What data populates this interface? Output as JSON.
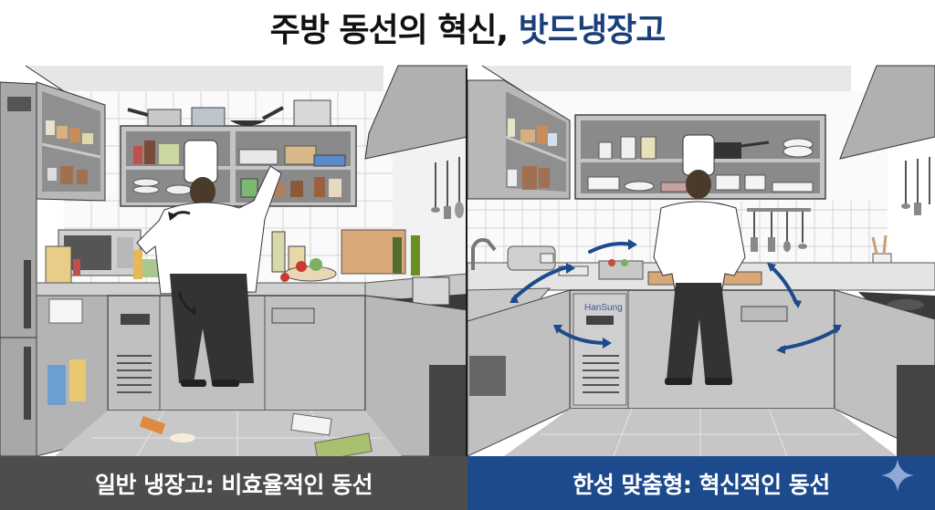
{
  "header": {
    "title_main": "주방 동선의 혁신, ",
    "title_accent": "밧드냉장고",
    "accent_color": "#1b3f7a"
  },
  "panels": {
    "left": {
      "caption": "일반 냉장고: 비효율적인 동선",
      "caption_bg": "#4d4d4d",
      "scene": "cluttered kitchen, chef reaching across multiple shelves, items spilled on floor"
    },
    "right": {
      "caption": "한성 맞춤형: 혁신적인 동선",
      "caption_bg": "#1c4a8c",
      "brand_label": "HanSung",
      "scene": "organized kitchen with under-counter fridge, blue workflow arrows",
      "arrow_color": "#1c4a8c"
    }
  },
  "decor": {
    "sparkle_icon": "four-point-star",
    "sparkle_color": "#8fa9d4"
  }
}
